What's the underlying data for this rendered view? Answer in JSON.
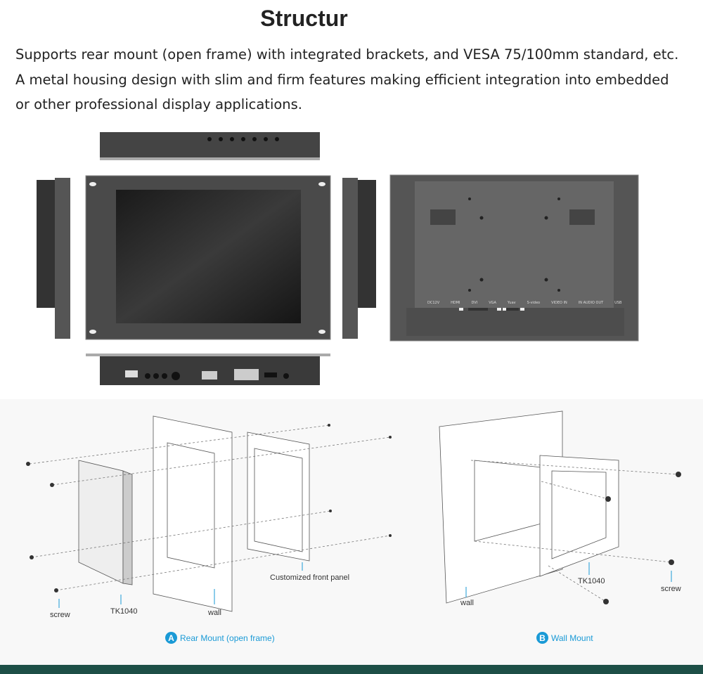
{
  "heading": "Structur",
  "description": [
    "Supports rear mount (open frame) with integrated brackets, and VESA 75/100mm standard, etc.",
    "A metal housing design with slim and firm features making efficient integration into embedded",
    "or other professional display applications."
  ],
  "rear_ports": [
    "DC12V",
    "HDMI",
    "DVI",
    "VGA",
    "Yuav",
    "S-video",
    "VIDEO IN",
    "IN AUDIO OUT",
    "USB"
  ],
  "diagram_a": {
    "badge": "A",
    "caption": "Rear Mount (open frame)",
    "labels": {
      "screw": "screw",
      "model": "TK1040",
      "wall": "wall",
      "panel": "Customized front panel"
    }
  },
  "diagram_b": {
    "badge": "B",
    "caption": "Wall Mount",
    "labels": {
      "wall": "wall",
      "model": "TK1040",
      "screw": "screw"
    }
  },
  "colors": {
    "accent": "#1a9ad6",
    "footer": "#1d4f47"
  }
}
